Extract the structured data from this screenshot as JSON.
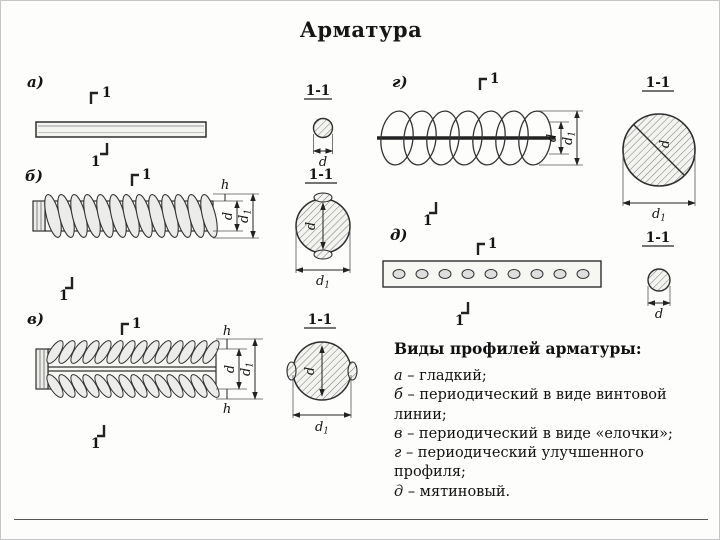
{
  "title": "Арматура",
  "labels": {
    "part_a": "а)",
    "part_b": "б)",
    "part_v": "в)",
    "part_g": "г)",
    "part_d": "д)",
    "cut": "1",
    "section": "1-1",
    "dim_d": "d",
    "dim_d1_base": "d",
    "dim_d1_sub": "1",
    "dim_h": "h"
  },
  "legend": {
    "heading": "Виды профилей арматуры:",
    "items": [
      {
        "key": "а",
        "text": "– гладкий;"
      },
      {
        "key": "б",
        "text": "– периодический в виде винтовой линии;"
      },
      {
        "key": "в",
        "text": "– периодический в виде «елочки»;"
      },
      {
        "key": "г",
        "text": "– периодический улучшенного профиля;"
      },
      {
        "key": "д",
        "text": "– мятиновый."
      }
    ]
  }
}
